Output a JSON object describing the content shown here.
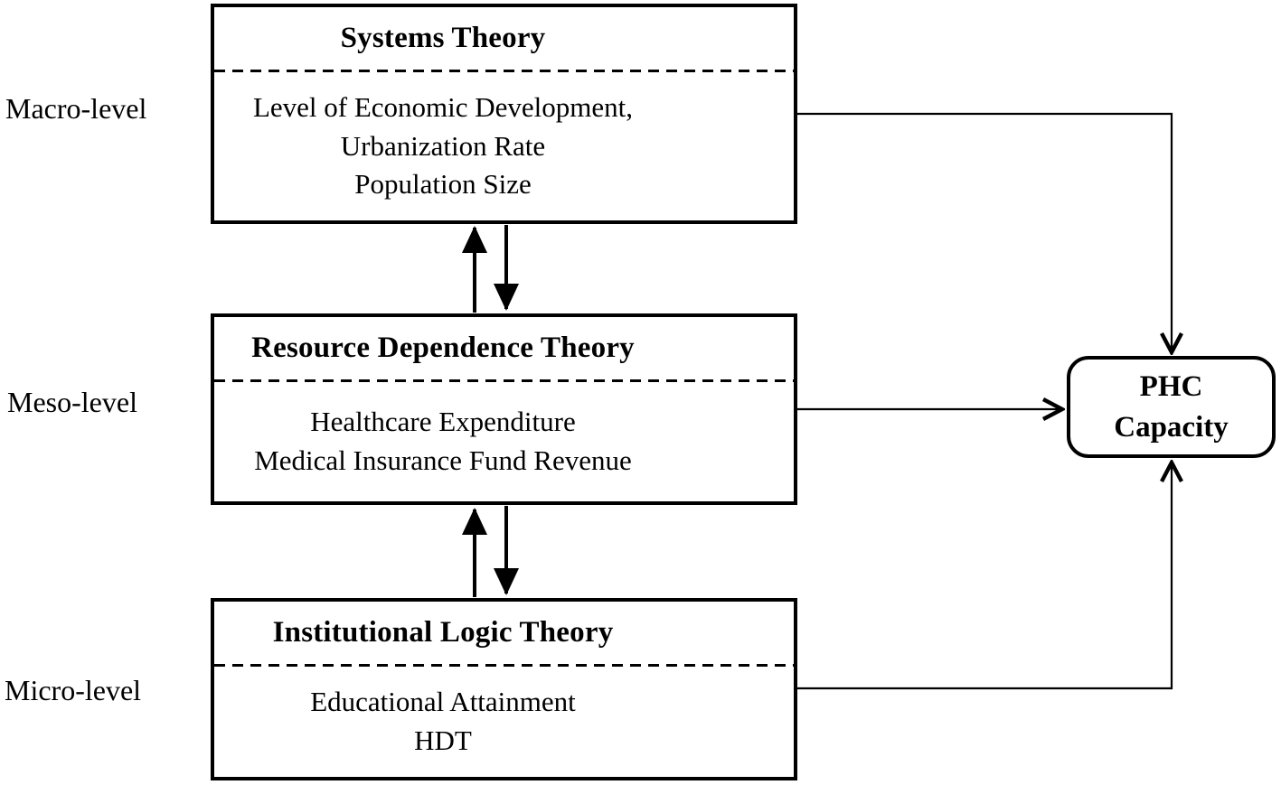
{
  "diagram": {
    "levels": [
      {
        "label": "Macro-level"
      },
      {
        "label": "Meso-level"
      },
      {
        "label": "Micro-level"
      }
    ],
    "boxes": [
      {
        "title": "Systems Theory",
        "lines": [
          "Level of Economic Development,",
          "Urbanization Rate",
          "Population Size"
        ]
      },
      {
        "title": "Resource Dependence Theory",
        "lines": [
          "Healthcare Expenditure",
          "Medical Insurance Fund Revenue"
        ]
      },
      {
        "title": "Institutional Logic Theory",
        "lines": [
          "Educational Attainment",
          "HDT"
        ]
      }
    ],
    "outcome": {
      "lines": [
        "PHC",
        "Capacity"
      ]
    },
    "colors": {
      "ink": "#000000",
      "background": "#ffffff"
    }
  }
}
